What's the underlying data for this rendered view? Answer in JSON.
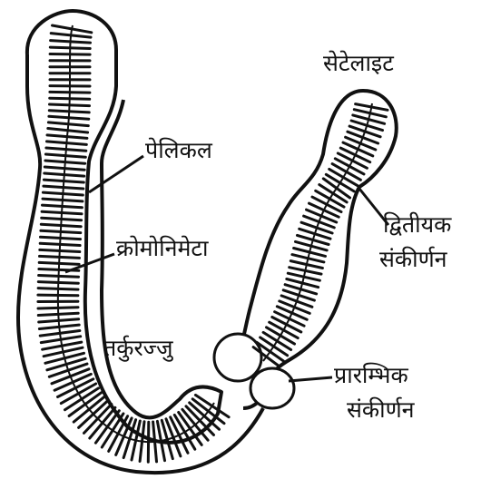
{
  "labels": {
    "satellite": "सेटेलाइट",
    "pellicle": "पेलिकल",
    "chromonemata": "क्रोमोनिमेटा",
    "secondary_line1": "द्वितीयक",
    "secondary_line2": "संकीर्णन",
    "spindle_fibre": "तर्कुरज्जु",
    "primary_line1": "प्रारम्भिक",
    "primary_line2": "संकीर्णन"
  },
  "colors": {
    "ink": "#111111",
    "paper": "#ffffff"
  }
}
